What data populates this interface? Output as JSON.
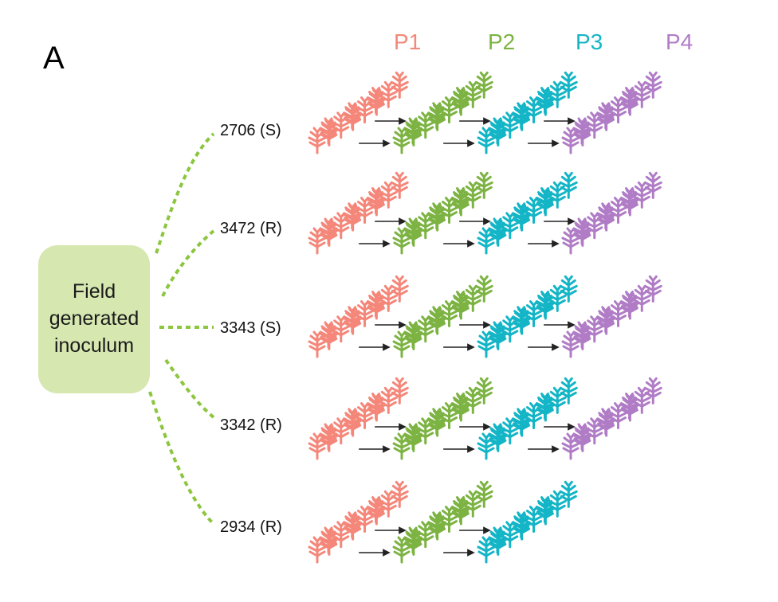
{
  "panel_label": "A",
  "passages": [
    {
      "label": "P1",
      "color": "#f4877a"
    },
    {
      "label": "P2",
      "color": "#7cb342"
    },
    {
      "label": "P3",
      "color": "#13b5c6"
    },
    {
      "label": "P4",
      "color": "#b07cc6"
    }
  ],
  "source": {
    "lines": [
      "Field",
      "generated",
      "inoculum"
    ],
    "fill": "#d6e7b0"
  },
  "connector_color": "#8cc63f",
  "arrow_color": "#222222",
  "plant_icon": "plant-icon",
  "rows": [
    {
      "label": "2706 (S)",
      "passages_present": 4
    },
    {
      "label": "3472 (R)",
      "passages_present": 4
    },
    {
      "label": "3343 (S)",
      "passages_present": 4
    },
    {
      "label": "3342 (R)",
      "passages_present": 4
    },
    {
      "label": "2934 (R)",
      "passages_present": 3
    }
  ]
}
